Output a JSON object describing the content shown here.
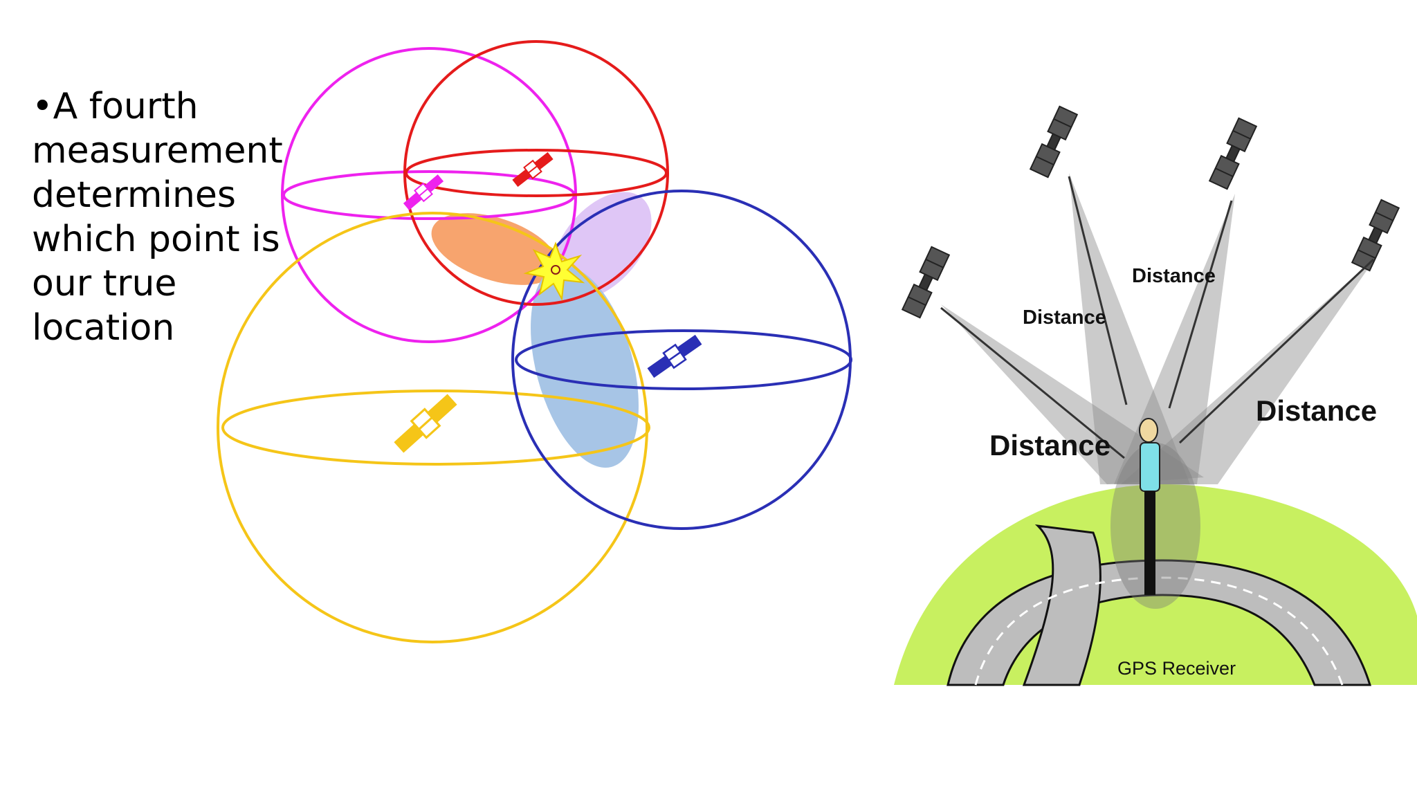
{
  "slide": {
    "bullet": "•",
    "text_lines": [
      "A fourth",
      "measurement",
      "determines",
      "which point is",
      "our true",
      "location"
    ]
  },
  "trilateration": {
    "sphere_colors": {
      "magenta": "#ee22ee",
      "red": "#e51b1b",
      "yellow": "#f5c518",
      "blue": "#2a2fb5"
    },
    "overlap_colors": {
      "orange": "#f7a46e",
      "lavender": "#dcc0f5",
      "lightblue": "#a7c5e6",
      "star": "#ffff33"
    }
  },
  "gps_illustration": {
    "labels": {
      "top_left": "Distance",
      "top_center": "Distance",
      "left": "Distance",
      "right": "Distance",
      "receiver": "GPS Receiver"
    },
    "colors": {
      "ground": "#c8f060",
      "road": "#bdbdbd",
      "beam": "#8c8c8c"
    }
  }
}
